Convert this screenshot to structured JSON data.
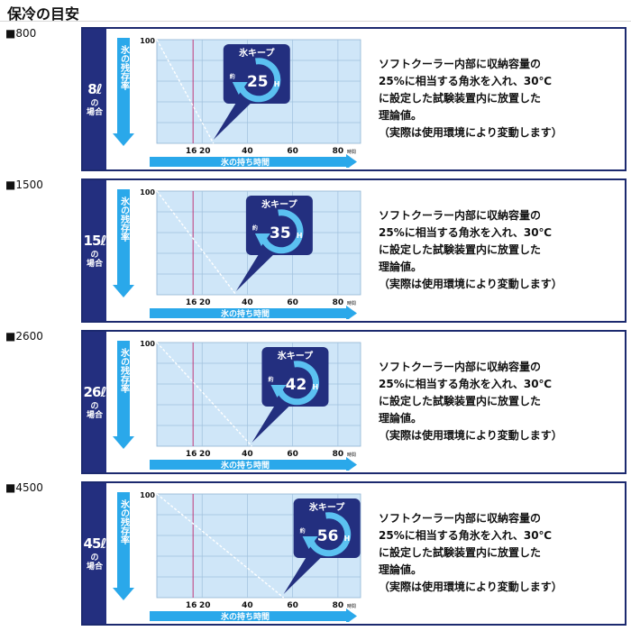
{
  "page_title": "保冷の目安",
  "description_lines": [
    "ソフトクーラー内部に収納容量の",
    "25%に相当する角氷を入れ、30℃",
    "に設定した試験装置内に放置した",
    "理論値。",
    "（実際は使用環境により変動します）"
  ],
  "colors": {
    "navy": "#232f7f",
    "panel_border": "#1c2a6f",
    "grid_bg": "#cfe6f8",
    "arrow_blue": "#2aa8ea",
    "badge_ring": "#5bc1f1",
    "marker_line": "#c0397a"
  },
  "models": [
    {
      "model": "■800",
      "capacity": "8ℓ",
      "capacity_suffix": "の\n場合",
      "y_axis_label": "氷の残存率",
      "x_axis_label": "氷の持ち時間",
      "badge_title": "氷キープ",
      "badge_prefix": "約",
      "badge_value": "25",
      "badge_unit": "H",
      "icon": "ice-keep-arrow-icon",
      "chart_data": {
        "type": "line",
        "x": [
          0,
          25
        ],
        "y": [
          100,
          0
        ],
        "xlim": [
          0,
          90
        ],
        "ylim": [
          0,
          100
        ],
        "x_ticks": [
          "16",
          "20",
          "40",
          "60",
          "80"
        ],
        "x_tick_values": [
          16,
          20,
          40,
          60,
          80
        ],
        "x_unit": "時間",
        "y_ticks": [
          "100"
        ],
        "grid": true,
        "marker_line_x": 16
      }
    },
    {
      "model": "■1500",
      "capacity": "15ℓ",
      "capacity_suffix": "の\n場合",
      "y_axis_label": "氷の残存率",
      "x_axis_label": "氷の持ち時間",
      "badge_title": "氷キープ",
      "badge_prefix": "約",
      "badge_value": "35",
      "badge_unit": "H",
      "icon": "ice-keep-arrow-icon",
      "chart_data": {
        "type": "line",
        "x": [
          0,
          35
        ],
        "y": [
          100,
          0
        ],
        "xlim": [
          0,
          90
        ],
        "ylim": [
          0,
          100
        ],
        "x_ticks": [
          "16",
          "20",
          "40",
          "60",
          "80"
        ],
        "x_tick_values": [
          16,
          20,
          40,
          60,
          80
        ],
        "x_unit": "時間",
        "y_ticks": [
          "100"
        ],
        "grid": true,
        "marker_line_x": 16
      }
    },
    {
      "model": "■2600",
      "capacity": "26ℓ",
      "capacity_suffix": "の\n場合",
      "y_axis_label": "氷の残存率",
      "x_axis_label": "氷の持ち時間",
      "badge_title": "氷キープ",
      "badge_prefix": "約",
      "badge_value": "42",
      "badge_unit": "H",
      "icon": "ice-keep-arrow-icon",
      "chart_data": {
        "type": "line",
        "x": [
          0,
          42
        ],
        "y": [
          100,
          0
        ],
        "xlim": [
          0,
          90
        ],
        "ylim": [
          0,
          100
        ],
        "x_ticks": [
          "16",
          "20",
          "40",
          "60",
          "80"
        ],
        "x_tick_values": [
          16,
          20,
          40,
          60,
          80
        ],
        "x_unit": "時間",
        "y_ticks": [
          "100"
        ],
        "grid": true,
        "marker_line_x": 16
      }
    },
    {
      "model": "■4500",
      "capacity": "45ℓ",
      "capacity_suffix": "の\n場合",
      "y_axis_label": "氷の残存率",
      "x_axis_label": "氷の持ち時間",
      "badge_title": "氷キープ",
      "badge_prefix": "約",
      "badge_value": "56",
      "badge_unit": "H",
      "icon": "ice-keep-arrow-icon",
      "chart_data": {
        "type": "line",
        "x": [
          0,
          56
        ],
        "y": [
          100,
          0
        ],
        "xlim": [
          0,
          90
        ],
        "ylim": [
          0,
          100
        ],
        "x_ticks": [
          "16",
          "20",
          "40",
          "60",
          "80"
        ],
        "x_tick_values": [
          16,
          20,
          40,
          60,
          80
        ],
        "x_unit": "時間",
        "y_ticks": [
          "100"
        ],
        "grid": true,
        "marker_line_x": 16
      }
    }
  ]
}
